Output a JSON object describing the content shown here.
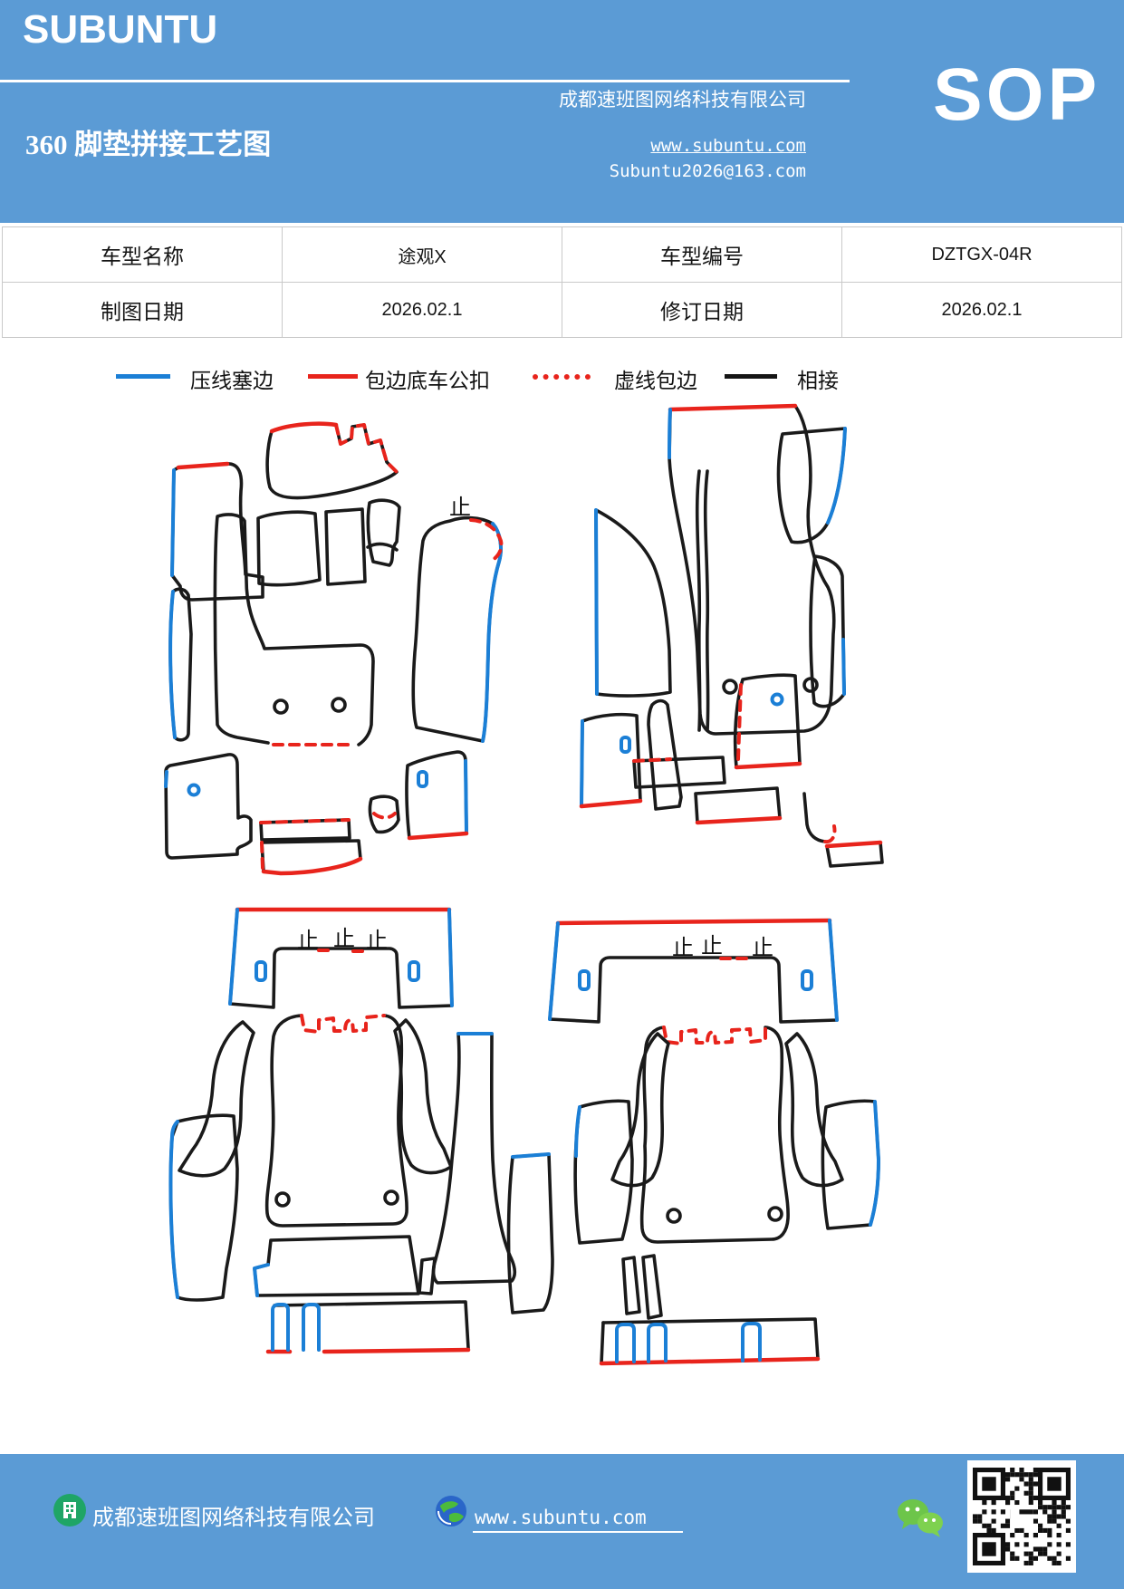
{
  "header": {
    "logo": "SUBUNTU",
    "company": "成都速班图网络科技有限公司",
    "doc_title": "360 脚垫拼接工艺图",
    "website": "www.subuntu.com",
    "email": "Subuntu2026@163.com",
    "badge": "SOP",
    "bg_color": "#5B9BD5"
  },
  "info_table": {
    "rows": [
      {
        "label1": "车型名称",
        "value1": "途观X",
        "label2": "车型编号",
        "value2": "DZTGX-04R"
      },
      {
        "label1": "制图日期",
        "value1": "2026.02.1",
        "label2": "修订日期",
        "value2": "2026.02.1"
      }
    ]
  },
  "legend": {
    "items": [
      {
        "label": "压线塞边",
        "color": "#1B7FD6",
        "style": "solid"
      },
      {
        "label": "包边底车公扣",
        "color": "#E8241C",
        "style": "solid"
      },
      {
        "label": "虚线包边",
        "color": "#E8241C",
        "style": "dashed"
      },
      {
        "label": "相接",
        "color": "#151515",
        "style": "solid"
      }
    ]
  },
  "drawing": {
    "tick_mark": "止",
    "stroke_colors": {
      "press_edge_blue": "#1B7FD6",
      "buckle_red": "#E8241C",
      "dashed_wrap_red": "#E8241C",
      "join_black": "#1a1a1a"
    }
  },
  "footer": {
    "bg_color": "#5B9BD5",
    "company": "成都速班图网络科技有限公司",
    "website": "www.subuntu.com"
  }
}
